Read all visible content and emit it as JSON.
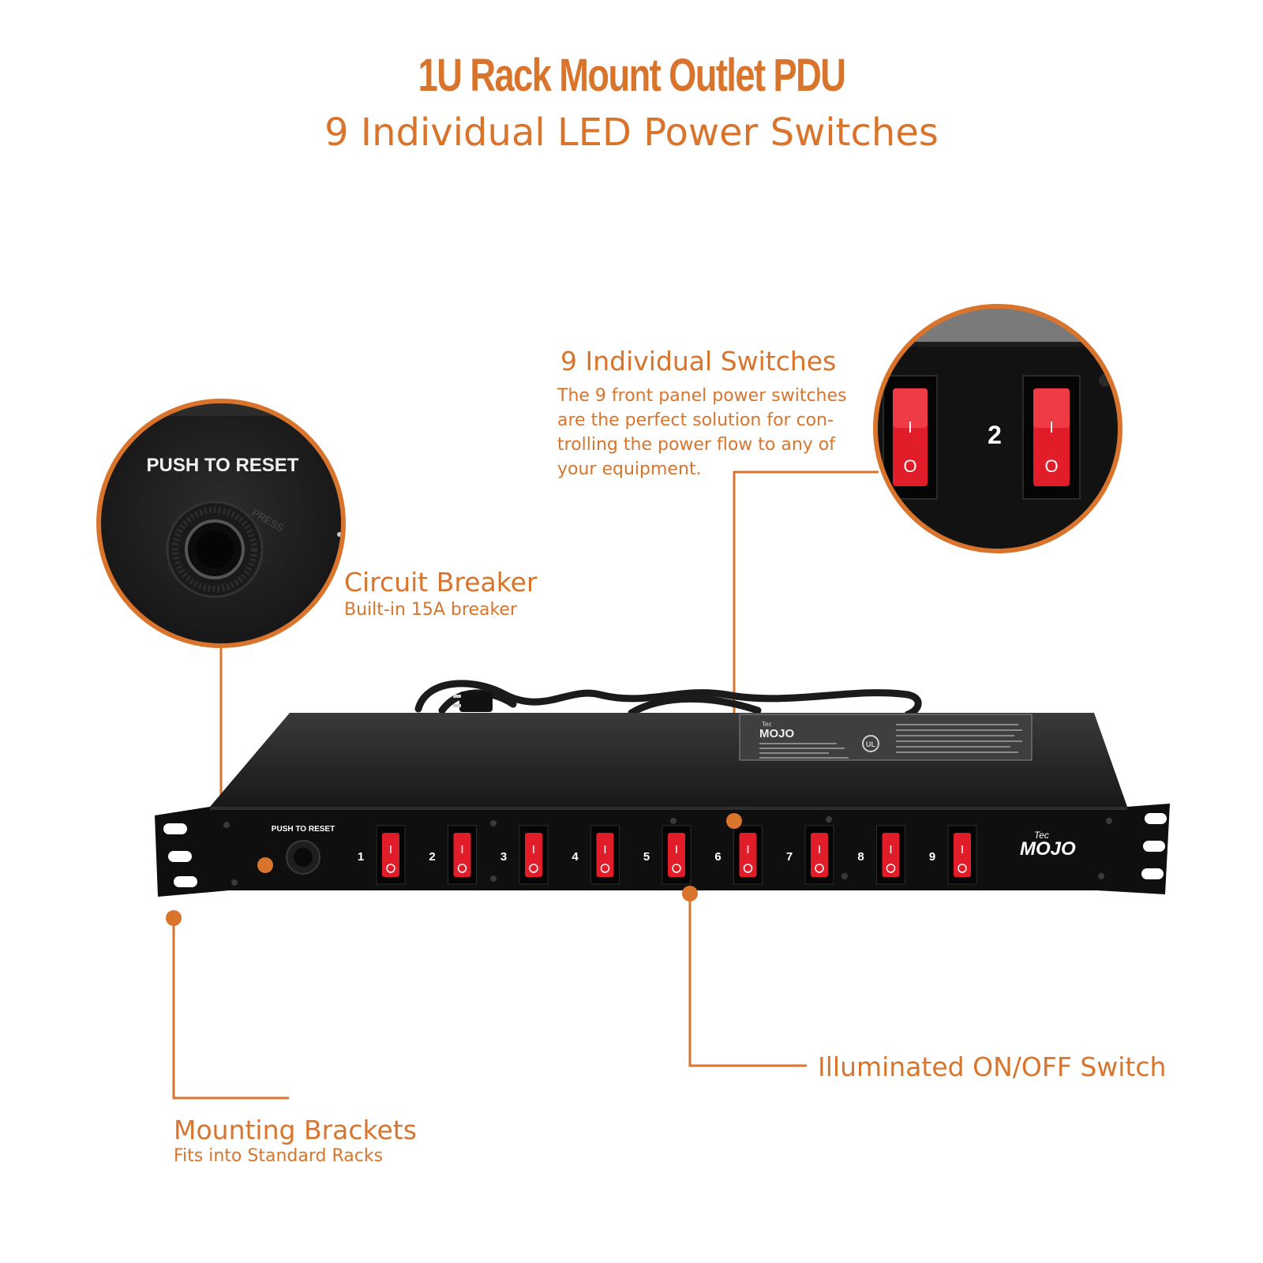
{
  "header": {
    "title": "1U Rack Mount Outlet PDU",
    "subtitle": "9 Individual LED Power Switches"
  },
  "callouts": {
    "switches": {
      "title": "9 Individual Switches",
      "description": "The 9 front panel power switches\nare the perfect solution for con-\ntrolling the power flow to any of\nyour equipment."
    },
    "breaker": {
      "title": "Circuit Breaker",
      "subtitle": "Built-in 15A breaker"
    },
    "illuminated": {
      "title": "Illuminated ON/OFF Switch"
    },
    "brackets": {
      "title": "Mounting Brackets",
      "subtitle": "Fits into Standard Racks"
    }
  },
  "zoom_left": {
    "label": "PUSH TO RESET",
    "ring_text": "PRESS"
  },
  "zoom_right": {
    "number": "2",
    "on_symbol": "I",
    "off_symbol": "O"
  },
  "device": {
    "reset_label": "PUSH TO RESET",
    "brand_small": "Tec",
    "brand": "MOJO",
    "switch_numbers": [
      "1",
      "2",
      "3",
      "4",
      "5",
      "6",
      "7",
      "8",
      "9"
    ],
    "cert_mark": "UL"
  },
  "colors": {
    "accent": "#d8742c",
    "chassis": "#141414",
    "switch_red": "#e11d2a"
  }
}
